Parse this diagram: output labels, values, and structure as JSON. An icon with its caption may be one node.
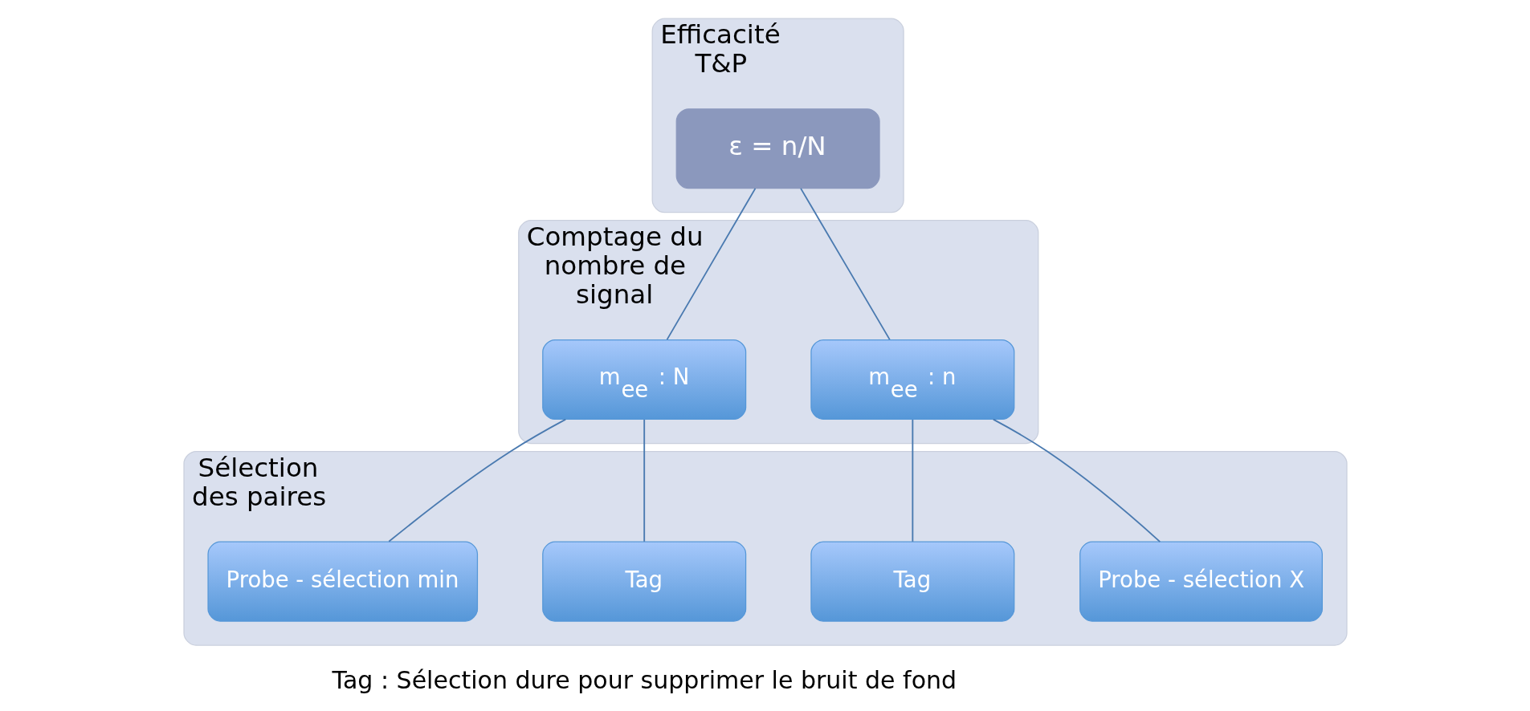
{
  "diagram": {
    "nodes": [
      {
        "text": [
          "Efficacité T&P"
        ]
      },
      {
        "text": [
          "Comptage du nombre de signal"
        ]
      },
      {
        "text": [
          "Sélection des paires"
        ]
      },
      {
        "text": [
          "ε = n/N"
        ],
        "in": 0
      },
      {
        "text": [
          "m$_{ee}$ : N"
        ],
        "in": 1
      },
      {
        "text": [
          "m$_{ee}$ : n"
        ],
        "in": 1
      },
      {
        "text": [
          "Probe - sélection min"
        ],
        "in": 2
      },
      {
        "text": [
          "Tag"
        ],
        "in": 2
      },
      {
        "text": [
          "Tag"
        ],
        "in": 2
      },
      {
        "text": [
          "Probe - sélection X"
        ],
        "in": 2
      }
    ],
    "edges": [
      {
        "from": 3,
        "to": 4,
        "arrow": "none"
      },
      {
        "from": 3,
        "to": 5,
        "arrow": "none"
      },
      {
        "from": 4,
        "to": 6,
        "arrow": "none"
      },
      {
        "from": 4,
        "to": 7,
        "arrow": "none"
      },
      {
        "from": 5,
        "to": 8,
        "arrow": "none"
      },
      {
        "from": 5,
        "to": 9,
        "arrow": "none"
      }
    ],
    "labels": [
      "Tag : Sélection dure pour supprimer le bruit de fond"
    ]
  }
}
